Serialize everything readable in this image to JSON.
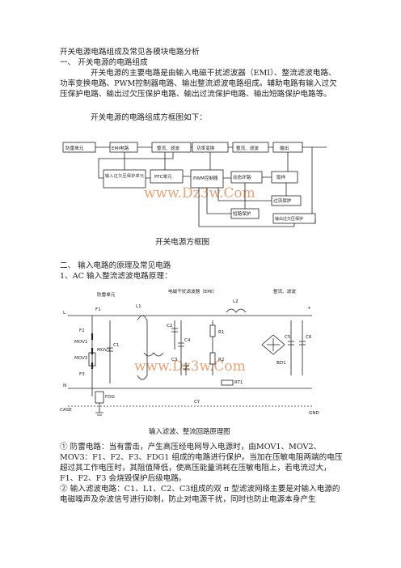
{
  "doc": {
    "title": "开关电源电路组成及常见各模块电路分析",
    "s1_heading": "一、  开关电源的电路组成",
    "s1_para": "开关电源的主要电路是由输入电磁干扰滤波器（EMI）、整流滤波电路、功率变换电路、PWM控制器电路、输出整流滤波电路组成。辅助电路有输入过欠压保护电路、输出过欠压保护电路、输出过流保护电路、输出短路保护电路等。",
    "s1_intro": "开关电源的电路组成方框图如下：",
    "s2_heading": "二、  输入电路的原理及常见电路",
    "s2_sub": "1、AC 输入整流滤波电路原理：",
    "item1": "① 防雷电路：当有雷击，产生高压经电网导入电源时，由MOV1、MOV2、MOV3：F1、F2、F3、FDG1 组成的电路进行保护。当加在压敏电阻两端的电压超过其工作电压时，其阻值降低，使高压能量消耗在压敏电阻上，若电流过大，F1、F2、F3 会烧毁保护后级电路。",
    "item2": "② 输入滤波电路：C1、L1、C2、C3组成的双 π 型滤波网络主要是对输入电源的电磁噪声及杂波信号进行抑制，防止对电源干扰，同时也防止电源本身产生"
  },
  "block_diagram": {
    "caption": "开关电源方框图",
    "watermark": "www.Dz3w.Com",
    "blocks": {
      "surge": "防雷单元",
      "emi": "EMI电路",
      "rect": "整流、滤波",
      "power": "功率变换",
      "outrect": "整流、滤波",
      "output": "输出",
      "ovp_in": "输入过欠压保护单元",
      "pfc": "PFC单元",
      "pwm": "PWM控制器",
      "aux": "动态环路",
      "sample": "取样",
      "ocp": "过流保护",
      "scp": "短路保护",
      "ovp_out": "输出过欠压保护"
    }
  },
  "schematic": {
    "caption": "输入滤波、整流回路原理图",
    "watermark": "www.Dz3w.Com",
    "labels": {
      "surge": "防雷单元",
      "emi": "电磁干扰滤波器（EMI）",
      "rectf": "整流、滤波",
      "L": "L",
      "N": "N",
      "CASE": "CASE",
      "F1": "F1",
      "F2": "F2",
      "F3": "F3",
      "MOV1": "MOV1",
      "MOV2": "MOV2",
      "MOV3": "MOV3",
      "FDG": "FDG",
      "C1": "C1",
      "L1": "L1",
      "L2": "L2",
      "C2": "C2",
      "C3": "C3",
      "C4": "C4",
      "C5": "C5",
      "C6": "C6",
      "R1": "R1",
      "R2": "R2",
      "RT1": "RT1",
      "BD1": "BD1",
      "CY": "CY",
      "plus": "+",
      "GND": "GND"
    }
  }
}
